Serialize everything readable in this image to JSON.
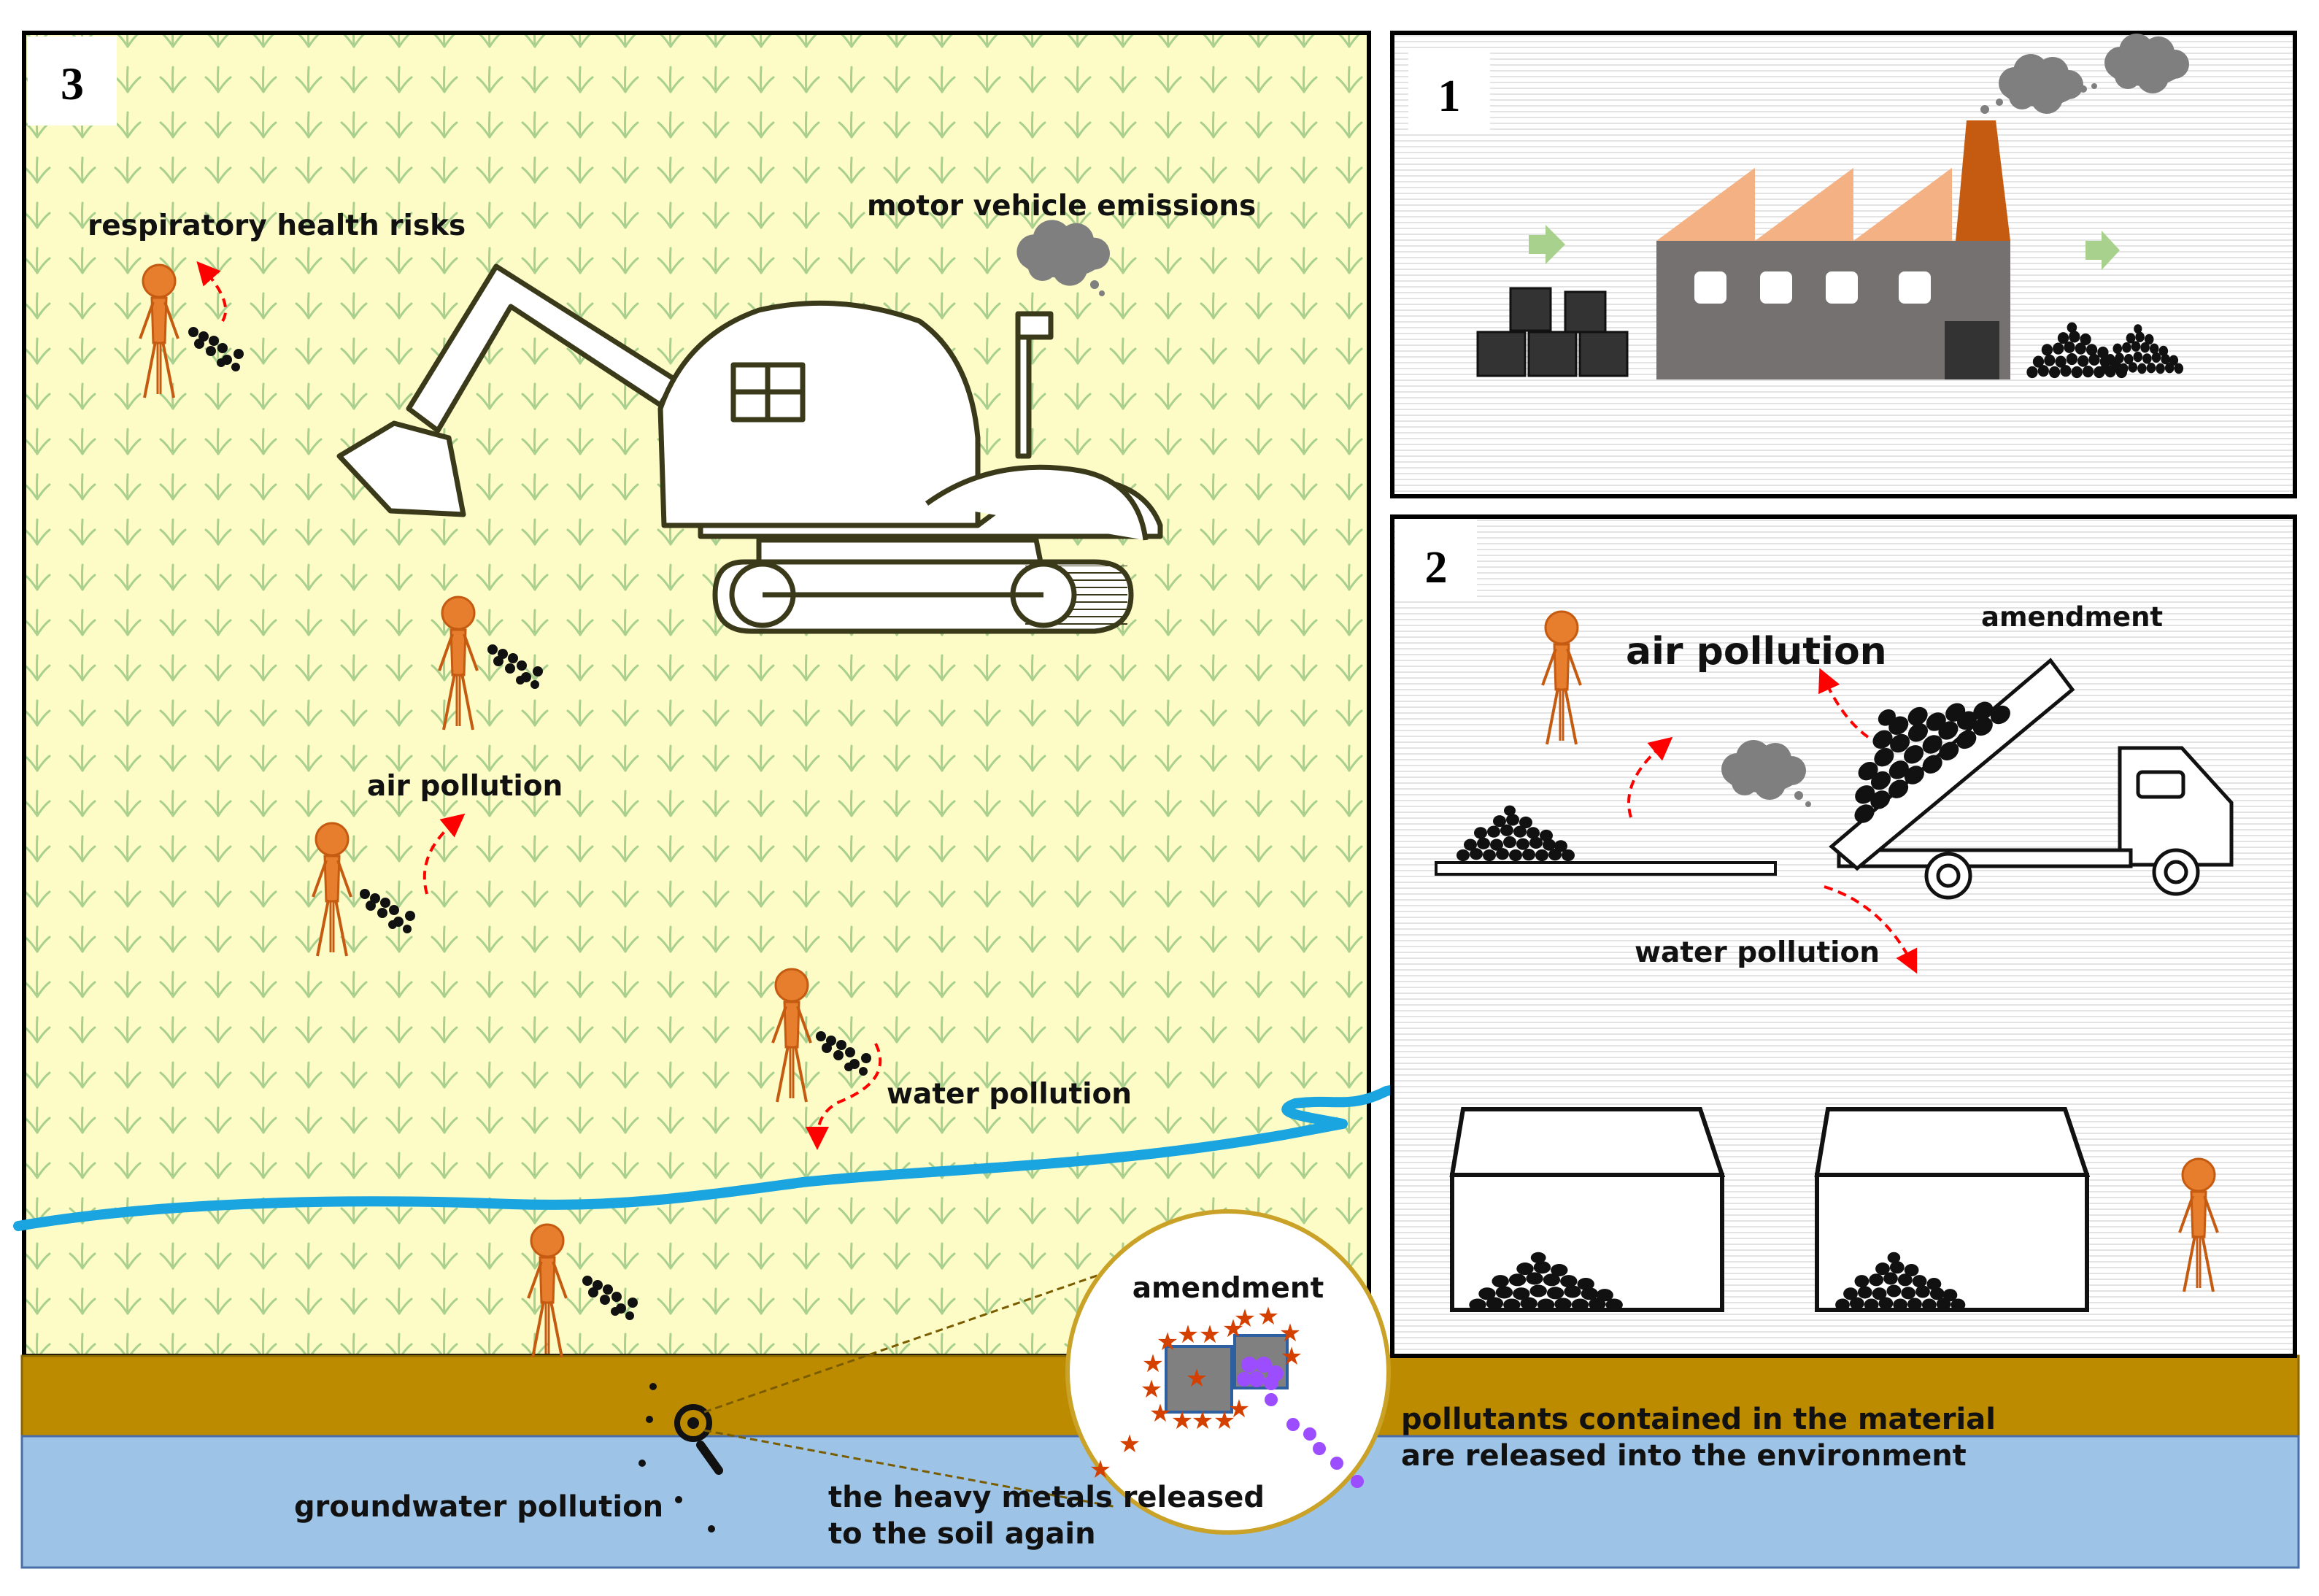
{
  "panels": {
    "panel1": {
      "number": "1"
    },
    "panel2": {
      "number": "2"
    },
    "panel3": {
      "number": "3"
    }
  },
  "labels": {
    "respiratory": "respiratory health risks",
    "motor": "motor vehicle emissions",
    "air_p3": "air pollution",
    "water_p3": "water pollution",
    "air_p2": "air pollution",
    "amendment_p2": "amendment",
    "water_p2": "water pollution",
    "amendment_zoom": "amendment",
    "groundwater": "groundwater pollution",
    "heavy_line1": "the heavy metals released",
    "heavy_line2": "to the soil again",
    "pollutants_line1": "pollutants contained in the material",
    "pollutants_line2": "are released into the environment"
  },
  "colors": {
    "field": "#fdfcc6",
    "grass": "#a9d08e",
    "river": "#1aa5e0",
    "soil": "#bd8b00",
    "groundwater": "#9dc3e6",
    "person": "#e67e2e",
    "factory_roof": "#f4b183",
    "factory_chimney": "#c55a11",
    "factory_body": "#767171",
    "arrow_green": "#a9d18e",
    "red_arrow": "#ff0000",
    "pollutant_purple": "#9b4dff",
    "metal_star": "#d44000",
    "smoke": "#7f7f7f"
  },
  "icons": [
    "excavator-icon",
    "factory-icon",
    "dump-truck-icon",
    "person-icon",
    "smoke-cloud-icon",
    "magnifier-icon"
  ]
}
